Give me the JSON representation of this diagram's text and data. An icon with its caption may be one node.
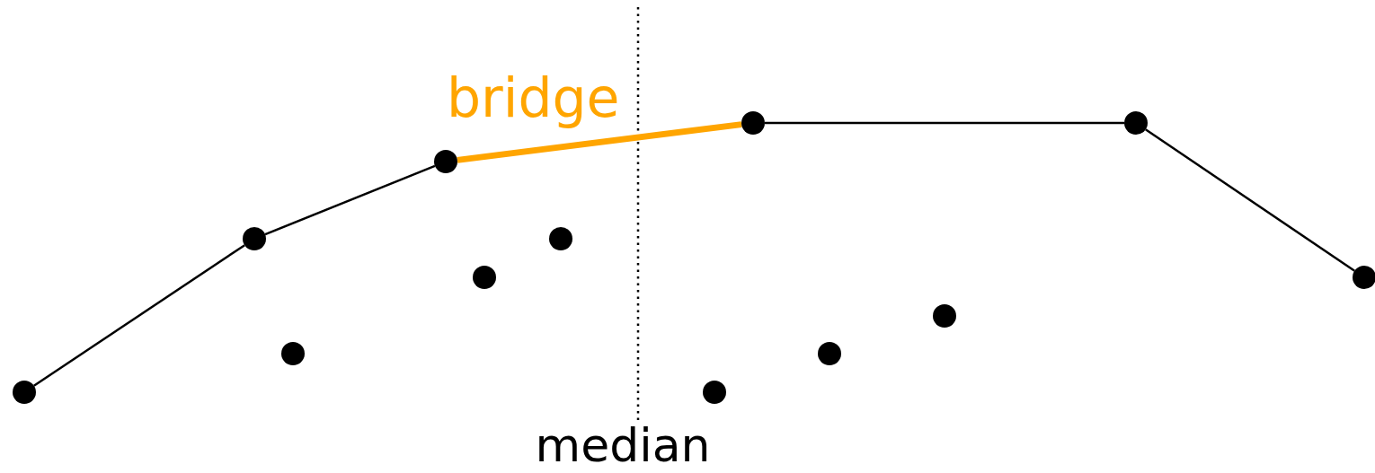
{
  "diagram": {
    "nodes": [
      {
        "text": [],
        "shape": "circle"
      },
      {
        "text": [],
        "shape": "circle"
      },
      {
        "text": [],
        "shape": "circle"
      },
      {
        "text": [],
        "shape": "circle"
      },
      {
        "text": [],
        "shape": "circle"
      },
      {
        "text": [],
        "shape": "circle"
      },
      {
        "text": [],
        "shape": "circle"
      },
      {
        "text": [],
        "shape": "circle"
      },
      {
        "text": [],
        "shape": "circle"
      },
      {
        "text": [],
        "shape": "circle"
      },
      {
        "text": [],
        "shape": "circle"
      },
      {
        "text": [],
        "shape": "circle"
      }
    ],
    "edges": [
      {
        "from": 0,
        "to": 1,
        "arrow": "none"
      },
      {
        "from": 1,
        "to": 3,
        "arrow": "none"
      },
      {
        "from": 3,
        "to": 7,
        "arrow": "none",
        "label": "bridge",
        "style": "thick",
        "color": "#ffa500"
      },
      {
        "from": 7,
        "to": 10,
        "arrow": "none"
      },
      {
        "from": 10,
        "to": 11,
        "arrow": "none"
      }
    ],
    "labels": [
      "median"
    ]
  }
}
